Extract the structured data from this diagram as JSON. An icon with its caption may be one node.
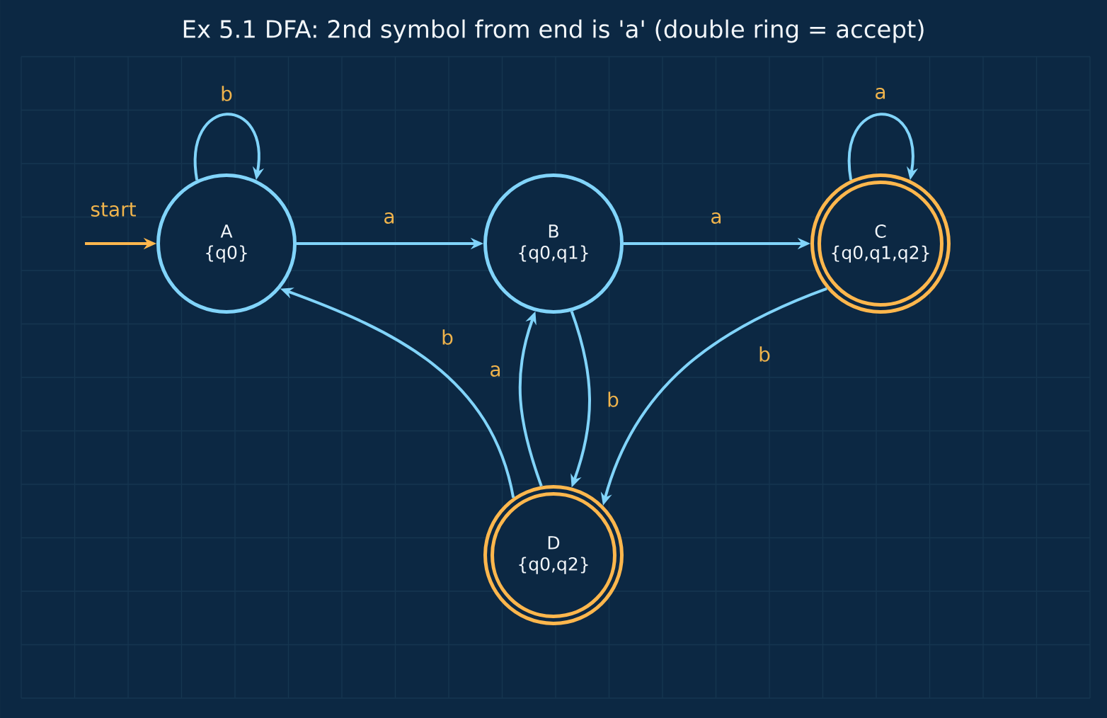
{
  "diagram": {
    "title": "Ex 5.1  DFA: 2nd symbol from end is 'a'  (double ring = accept)",
    "nodes": [
      {
        "text": [
          "A",
          "{q0}"
        ]
      },
      {
        "text": [
          "B",
          "{q0,q1}"
        ]
      },
      {
        "text": [
          "C",
          "{q0,q1,q2}"
        ]
      },
      {
        "text": [
          "D",
          "{q0,q2}"
        ]
      }
    ],
    "edges": [
      {
        "from": null,
        "to": 0,
        "arrow": "to",
        "label": "start",
        "color": "#ffb74d"
      },
      {
        "from": 0,
        "to": 0,
        "arrow": "to",
        "label": "b"
      },
      {
        "from": 0,
        "to": 1,
        "arrow": "to",
        "label": "a"
      },
      {
        "from": 1,
        "to": 2,
        "arrow": "to",
        "label": "a"
      },
      {
        "from": 2,
        "to": 2,
        "arrow": "to",
        "label": "a"
      },
      {
        "from": 3,
        "to": 0,
        "arrow": "to",
        "label": "b"
      },
      {
        "from": 3,
        "to": 1,
        "arrow": "to",
        "label": "a"
      },
      {
        "from": 1,
        "to": 3,
        "arrow": "to",
        "label": "b"
      },
      {
        "from": 2,
        "to": 3,
        "arrow": "to",
        "label": "b"
      }
    ]
  }
}
